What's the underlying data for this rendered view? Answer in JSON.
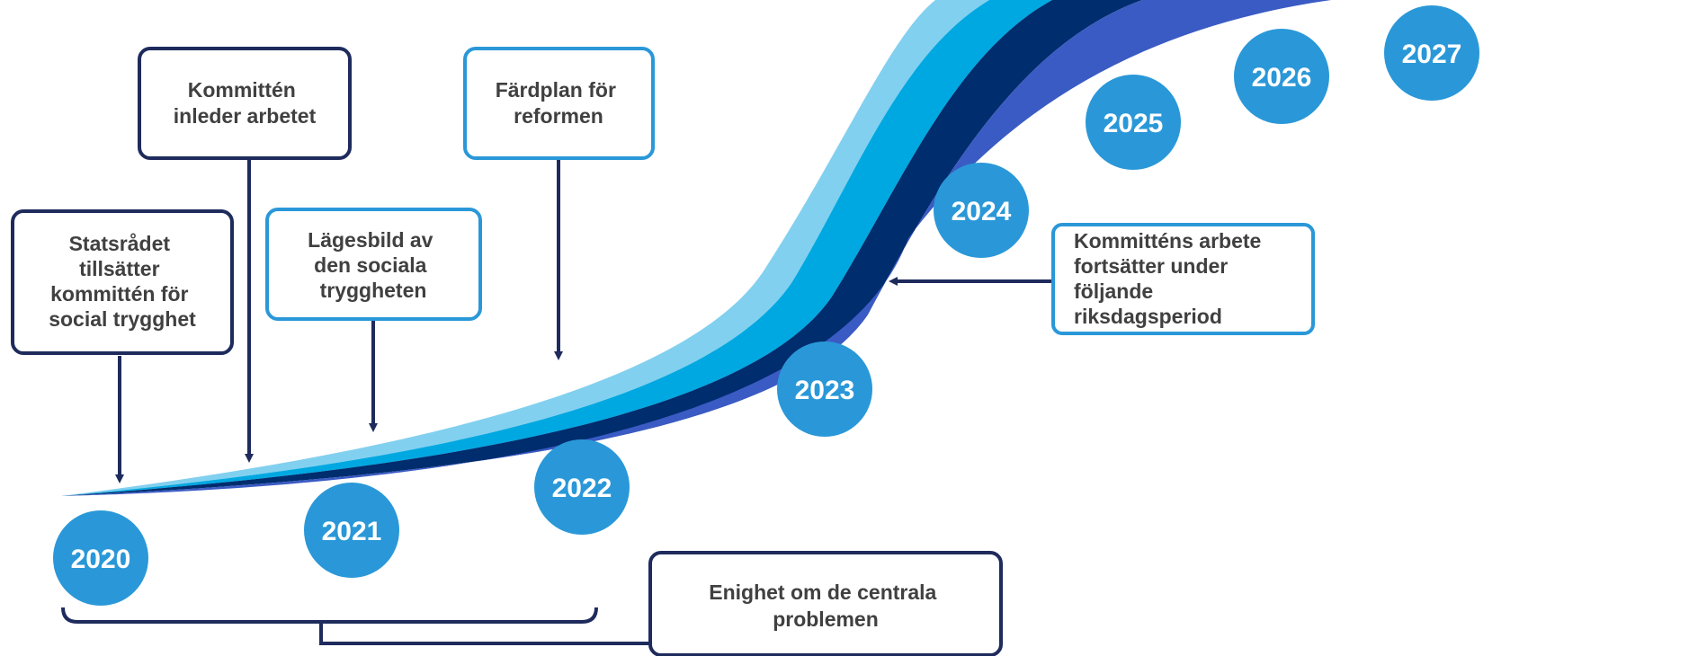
{
  "years": [
    "2020",
    "2021",
    "2022",
    "2023",
    "2024",
    "2025",
    "2026",
    "2027"
  ],
  "milestones": {
    "statsradet": [
      "Statsrådet",
      "tillsätter",
      "kommittén för",
      "social trygghet"
    ],
    "kommitten_inleder": [
      "Kommittén",
      "inleder arbetet"
    ],
    "lagesbild": [
      "Lägesbild av",
      "den sociala",
      "tryggheten"
    ],
    "fardplan": [
      "Färdplan för",
      "reformen"
    ],
    "fortsatter": [
      "Kommitténs arbete",
      "fortsätter under",
      "följande",
      "riksdagsperiod"
    ],
    "enighet": [
      "Enighet om de centrala",
      "problemen"
    ]
  },
  "colors": {
    "year_circle": "#2a98d8",
    "dark_box_border": "#1e2b5c",
    "light_box_border": "#2a98d8",
    "arrow": "#1e2b5c",
    "text": "#404040",
    "swoosh_light": "#82d0ef",
    "swoosh_mid": "#00a8e1",
    "swoosh_dark": "#002d6e",
    "swoosh_royal": "#3a5bc4"
  }
}
